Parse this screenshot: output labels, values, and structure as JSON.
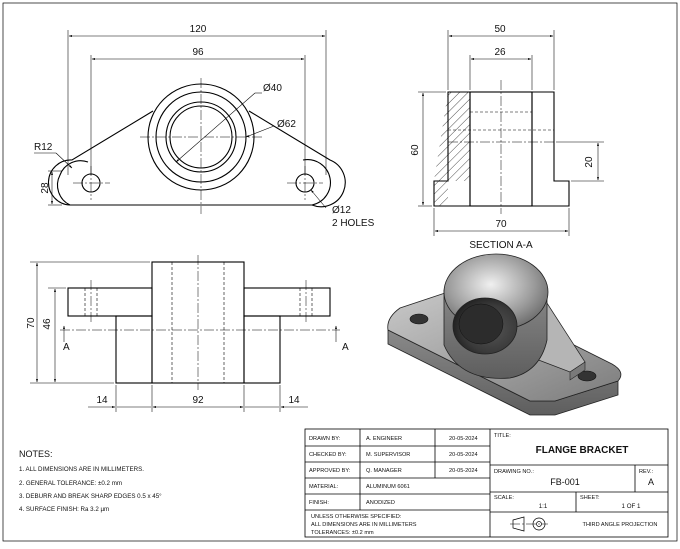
{
  "dims": {
    "top_overall": "120",
    "top_holes": "96",
    "dia_bore": "Ø40",
    "dia_boss": "Ø62",
    "radius": "R12",
    "height_28": "28",
    "hole_dia": "Ø12",
    "hole_count": "2 HOLES",
    "sec_top": "50",
    "sec_bore": "26",
    "sec_height": "60",
    "sec_base_h": "20",
    "sec_base_w": "70",
    "front_height": "70",
    "front_46": "46",
    "front_left": "14",
    "front_mid": "92",
    "front_right": "14",
    "section_mark_left": "A",
    "section_mark_right": "A"
  },
  "section_label": "SECTION A-A",
  "notes": {
    "heading": "NOTES:",
    "items": [
      "1. ALL DIMENSIONS ARE IN MILLIMETERS.",
      "2. GENERAL TOLERANCE: ±0.2 mm",
      "3. DEBURR AND BREAK SHARP EDGES 0.5 x 45°",
      "4. SURFACE FINISH: Ra 3.2 µm"
    ]
  },
  "title_block": {
    "drawn_by_label": "DRAWN BY:",
    "drawn_by": "A. ENGINEER",
    "drawn_date": "20-05-2024",
    "checked_by_label": "CHECKED BY:",
    "checked_by": "M. SUPERVISOR",
    "checked_date": "20-05-2024",
    "approved_by_label": "APPROVED BY:",
    "approved_by": "Q. MANAGER",
    "approved_date": "20-05-2024",
    "material_label": "MATERIAL:",
    "material": "ALUMINUM 6061",
    "finish_label": "FINISH:",
    "finish": "ANODIZED",
    "unless_1": "UNLESS OTHERWISE SPECIFIED:",
    "unless_2": "ALL DIMENSIONS ARE IN MILLIMETERS",
    "unless_3": "TOLERANCES: ±0.2 mm",
    "title_label": "TITLE:",
    "title": "FLANGE BRACKET",
    "drawing_no_label": "DRAWING NO.:",
    "drawing_no": "FB-001",
    "rev_label": "REV.:",
    "rev": "A",
    "scale_label": "SCALE:",
    "scale": "1:1",
    "sheet_label": "SHEET:",
    "sheet": "1 OF 1",
    "projection": "THIRD ANGLE PROJECTION"
  }
}
